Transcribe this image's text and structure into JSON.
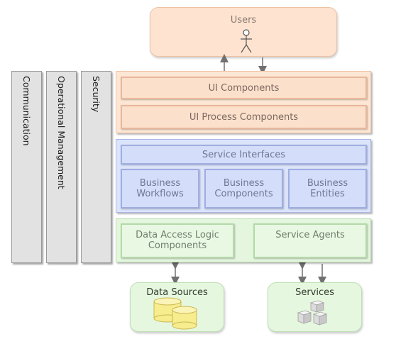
{
  "diagram": {
    "users": {
      "label": "Users"
    },
    "cross_cutting": [
      {
        "label": "Communication"
      },
      {
        "label": "Operational Management"
      },
      {
        "label": "Security"
      }
    ],
    "presentation_layer": {
      "components": [
        {
          "label": "UI Components"
        },
        {
          "label": "UI Process Components"
        }
      ]
    },
    "business_layer": {
      "service_interfaces": {
        "label": "Service Interfaces"
      },
      "components": [
        {
          "label": "Business\nWorkflows"
        },
        {
          "label": "Business\nComponents"
        },
        {
          "label": "Business\nEntities"
        }
      ]
    },
    "data_layer": {
      "components": [
        {
          "label": "Data Access Logic\nComponents"
        },
        {
          "label": "Service Agents"
        }
      ]
    },
    "externals": {
      "data_sources": {
        "label": "Data Sources"
      },
      "services": {
        "label": "Services"
      }
    },
    "colors": {
      "presentation": "#fde6d4",
      "business": "#dce4fb",
      "data": "#e4f6de",
      "cross_cutting": "#e2e2e2",
      "connector": "#707070",
      "cylinder": "#f7ec8e"
    }
  }
}
